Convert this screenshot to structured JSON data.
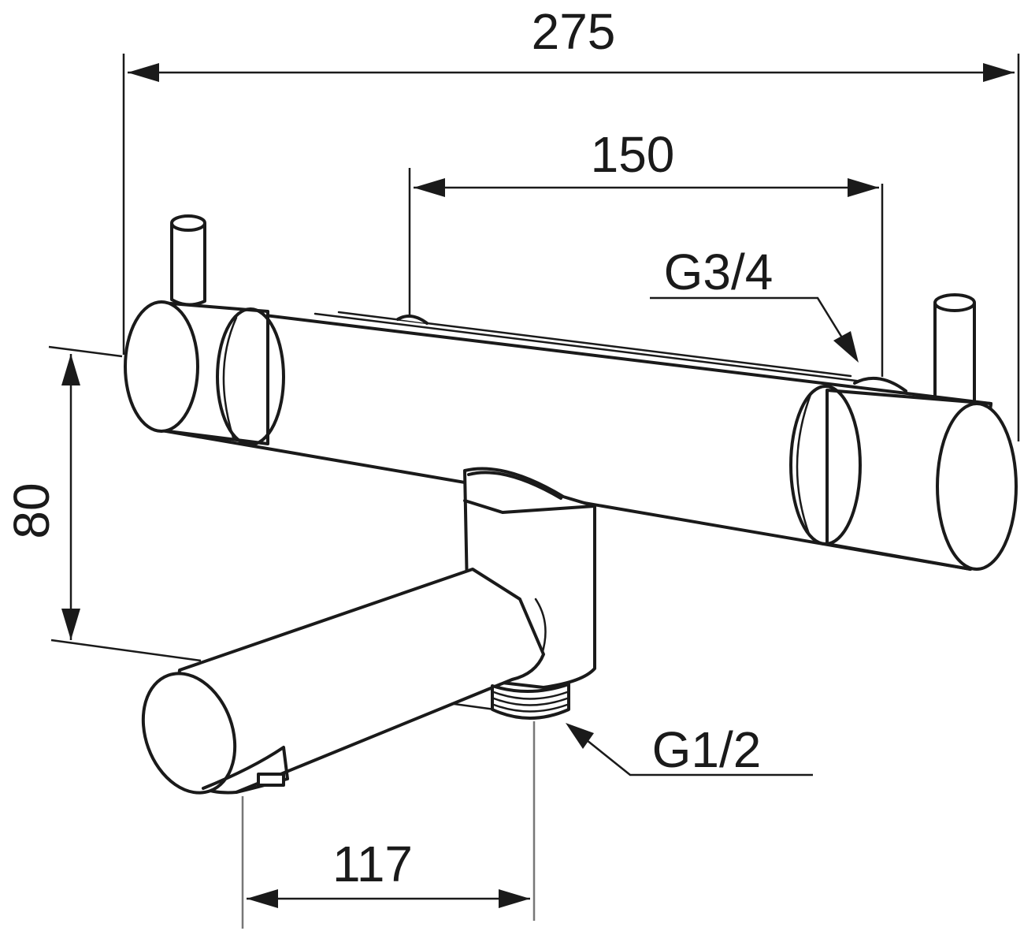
{
  "dimensions": {
    "overall_width": "275",
    "inlet_spacing": "150",
    "height": "80",
    "spout_offset": "117"
  },
  "threads": {
    "inlet": "G3/4",
    "outlet": "G1/2"
  },
  "colors": {
    "line": "#1a1a1a",
    "extension_gray": "#777777",
    "background": "#ffffff"
  }
}
